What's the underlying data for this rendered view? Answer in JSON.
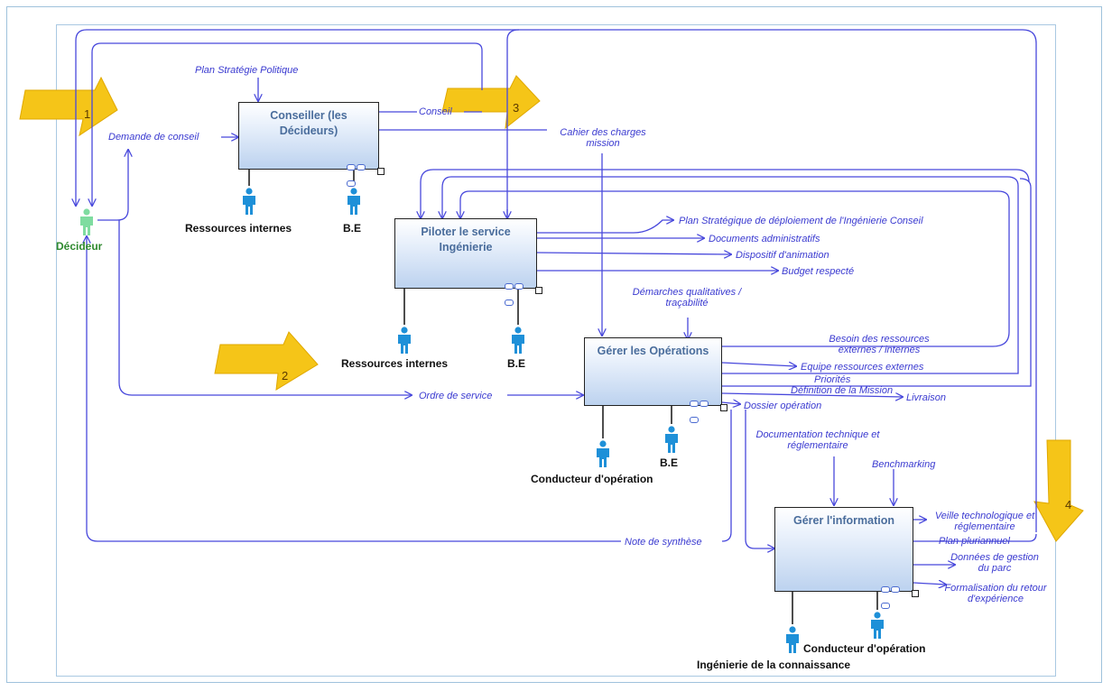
{
  "decideur": {
    "label": "Décideur"
  },
  "steps": [
    "1",
    "2",
    "3",
    "4"
  ],
  "activities": [
    {
      "title": "Conseiller (les Décideurs)"
    },
    {
      "title": "Piloter le service Ingénierie"
    },
    {
      "title": "Gérer les Opérations"
    },
    {
      "title": "Gérer l'information"
    }
  ],
  "resources": [
    "Ressources internes",
    "B.E",
    "Ressources internes",
    "B.E",
    "Conducteur d'opération",
    "B.E",
    "Ingénierie de la connaissance",
    "Conducteur d'opération"
  ],
  "flows": {
    "plan_strategie_politique": "Plan Stratégie Politique",
    "demande_de_conseil": "Demande de conseil",
    "conseil": "Conseil",
    "cahier_des_charges": "Cahier des charges mission",
    "plan_strategique_deploiement": "Plan Stratégique de déploiement de l'Ingénierie Conseil",
    "documents_administratifs": "Documents administratifs",
    "dispositif_animation": "Dispositif d'animation",
    "budget_respecte": "Budget respecté",
    "demarches_qualitatives": "Démarches qualitatives / traçabilité",
    "besoin_ressources": "Besoin des ressources externes / internes",
    "equipe_ressources_externes": "Equipe ressources externes",
    "priorites": "Priorités",
    "definition_mission": "Définition de la Mission",
    "livraison": "Livraison",
    "ordre_de_service": "Ordre de service",
    "dossier_operation": "Dossier opération",
    "documentation_technique": "Documentation technique et réglementaire",
    "benchmarking": "Benchmarking",
    "veille_technologique": "Veille technologique et réglementaire",
    "plan_pluriannuel": "Plan pluriannuel",
    "donnees_gestion_parc": "Données de gestion du parc",
    "formalisation_retour": "Formalisation du retour d'expérience",
    "note_de_synthese": "Note de synthèse"
  },
  "colors": {
    "flow": "#4848dc",
    "box_border": "#222222",
    "box_title": "#4a6d9c",
    "person": "#1e90d8",
    "decideur": "#7fdca0",
    "step_arrow": "#f5c518",
    "frame": "#9fc2dc"
  }
}
